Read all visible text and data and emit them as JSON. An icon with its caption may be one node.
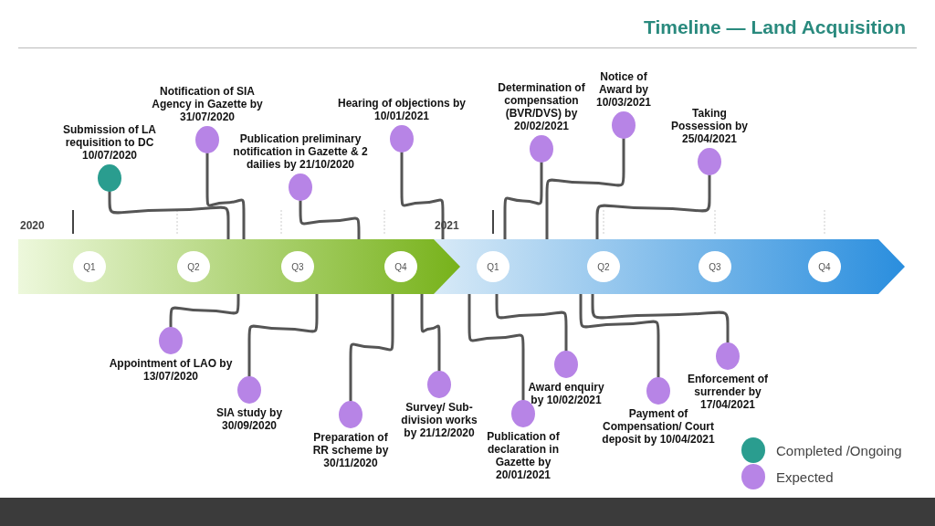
{
  "diagram": {
    "title": "Timeline — Land Acquisition",
    "nodes": [
      {
        "text": [],
        "shape": "bar"
      },
      {
        "text": [
          "Q1"
        ],
        "in": 0
      },
      {
        "text": [
          "Q2"
        ],
        "in": 0
      },
      {
        "text": [
          "Q3"
        ],
        "in": 0
      },
      {
        "text": [
          "Q4"
        ],
        "in": 0
      },
      {
        "text": [],
        "shape": "bar"
      },
      {
        "text": [
          "Q1"
        ],
        "in": 5
      },
      {
        "text": [
          "Q2"
        ],
        "in": 5
      },
      {
        "text": [
          "Q3"
        ],
        "in": 5
      },
      {
        "text": [
          "Q4"
        ],
        "in": 5
      },
      {
        "text": [
          "Submission of LA requisition to DC 10/07/2020"
        ]
      },
      {
        "text": [
          "Notification of SIA Agency in Gazette by 31/07/2020"
        ]
      },
      {
        "text": [
          "Publication preliminary notification in Gazette & 2 dailies by 21/10/2020"
        ]
      },
      {
        "text": [
          "Hearing of objections by 10/01/2021"
        ]
      },
      {
        "text": [
          "Determination of compensation (BVR/DVS) by 20/02/2021"
        ]
      },
      {
        "text": [
          "Notice of Award by 10/03/2021"
        ]
      },
      {
        "text": [
          "Taking Possession by 25/04/2021"
        ]
      },
      {
        "text": [
          "Appointment of LAO by 13/07/2020"
        ]
      },
      {
        "text": [
          "SIA study by 30/09/2020"
        ]
      },
      {
        "text": [
          "Preparation of RR scheme by 30/11/2020"
        ]
      },
      {
        "text": [
          "Survey/ Sub-division works by 21/12/2020"
        ]
      },
      {
        "text": [
          "Publication of declaration in Gazette by 20/01/2021"
        ]
      },
      {
        "text": [
          "Award enquiry by 10/02/2021"
        ]
      },
      {
        "text": [
          "Payment of Compensation/ Court deposit by 10/04/2021"
        ]
      },
      {
        "text": [
          "Enforcement of surrender by 17/04/2021"
        ]
      }
    ],
    "edges": [
      {
        "from": 10,
        "to": 0,
        "arrow": "none"
      },
      {
        "from": 11,
        "to": 0,
        "arrow": "none"
      },
      {
        "from": 12,
        "to": 0,
        "arrow": "none"
      },
      {
        "from": 13,
        "to": 5,
        "arrow": "none"
      },
      {
        "from": 14,
        "to": 5,
        "arrow": "none"
      },
      {
        "from": 15,
        "to": 5,
        "arrow": "none"
      },
      {
        "from": 16,
        "to": 5,
        "arrow": "none"
      },
      {
        "from": 17,
        "to": 0,
        "arrow": "none"
      },
      {
        "from": 18,
        "to": 0,
        "arrow": "none"
      },
      {
        "from": 19,
        "to": 0,
        "arrow": "none"
      },
      {
        "from": 20,
        "to": 0,
        "arrow": "none"
      },
      {
        "from": 21,
        "to": 5,
        "arrow": "none"
      },
      {
        "from": 22,
        "to": 5,
        "arrow": "none"
      },
      {
        "from": 23,
        "to": 5,
        "arrow": "none"
      },
      {
        "from": 24,
        "to": 5,
        "arrow": "none"
      }
    ],
    "labels": [
      "2020",
      "2021"
    ],
    "legend": [
      {
        "text": "Completed /Ongoing",
        "color": "#2a9d8f"
      },
      {
        "text": "Expected",
        "color": "#b784e6"
      }
    ]
  }
}
